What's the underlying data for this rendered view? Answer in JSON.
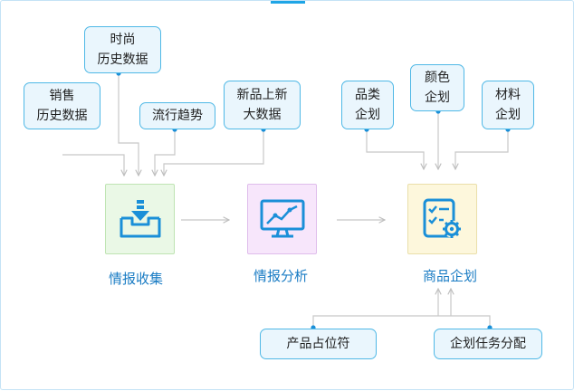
{
  "inputs": {
    "sales_history": [
      "销售",
      "历史数据"
    ],
    "fashion_history": [
      "时尚",
      "历史数据"
    ],
    "trend": [
      "流行趋势"
    ],
    "new_product": [
      "新品上新",
      "大数据"
    ]
  },
  "plan_inputs": {
    "category": [
      "品类",
      "企划"
    ],
    "color": [
      "颜色",
      "企划"
    ],
    "material": [
      "材料",
      "企划"
    ]
  },
  "outputs": {
    "placeholder": "产品占位符",
    "task_assign": "企划任务分配"
  },
  "stages": {
    "collect": "情报收集",
    "analyze": "情报分析",
    "plan": "商品企划"
  },
  "colors": {
    "accent": "#1ea5e6",
    "tag_border": "#4fb8e6",
    "tag_fill": "#eaf6fd",
    "icon": "#1a8fd8",
    "label": "#1a7cc4",
    "connector": "#c8c8c8",
    "collect_fill": "#eaf8e6",
    "analyze_fill": "#f7e6fb",
    "plan_fill": "#fdf7dc"
  },
  "icons": {
    "collect": "inbox-download-icon",
    "analyze": "monitor-chart-icon",
    "plan": "checklist-gear-icon"
  }
}
